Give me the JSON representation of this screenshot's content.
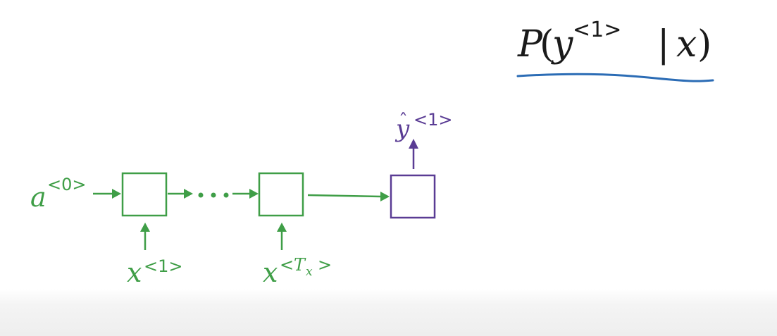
{
  "formula": {
    "func": "P",
    "open_paren": "(",
    "var": "y",
    "superscript": "<1>",
    "bar": "|",
    "given": "x",
    "close_paren": ")"
  },
  "diagram": {
    "initial": {
      "base": "a",
      "superscript": "<0>"
    },
    "input_first": {
      "base": "x",
      "superscript_open": "<",
      "superscript_sym": "1",
      "superscript_close": ">"
    },
    "input_last": {
      "base": "x",
      "superscript_open": "<",
      "superscript_sym": "T",
      "superscript_sub": "x",
      "superscript_close": ">"
    },
    "ellipsis": "···",
    "output": {
      "base": "y",
      "hat": "ˆ",
      "superscript": "<1>"
    }
  },
  "colors": {
    "encoder_green": "#3f9e47",
    "decoder_purple": "#5a3c94",
    "underline_blue": "#2b6cb5",
    "text_black": "#1a1a1a",
    "bottom_bar": "#efefef"
  }
}
